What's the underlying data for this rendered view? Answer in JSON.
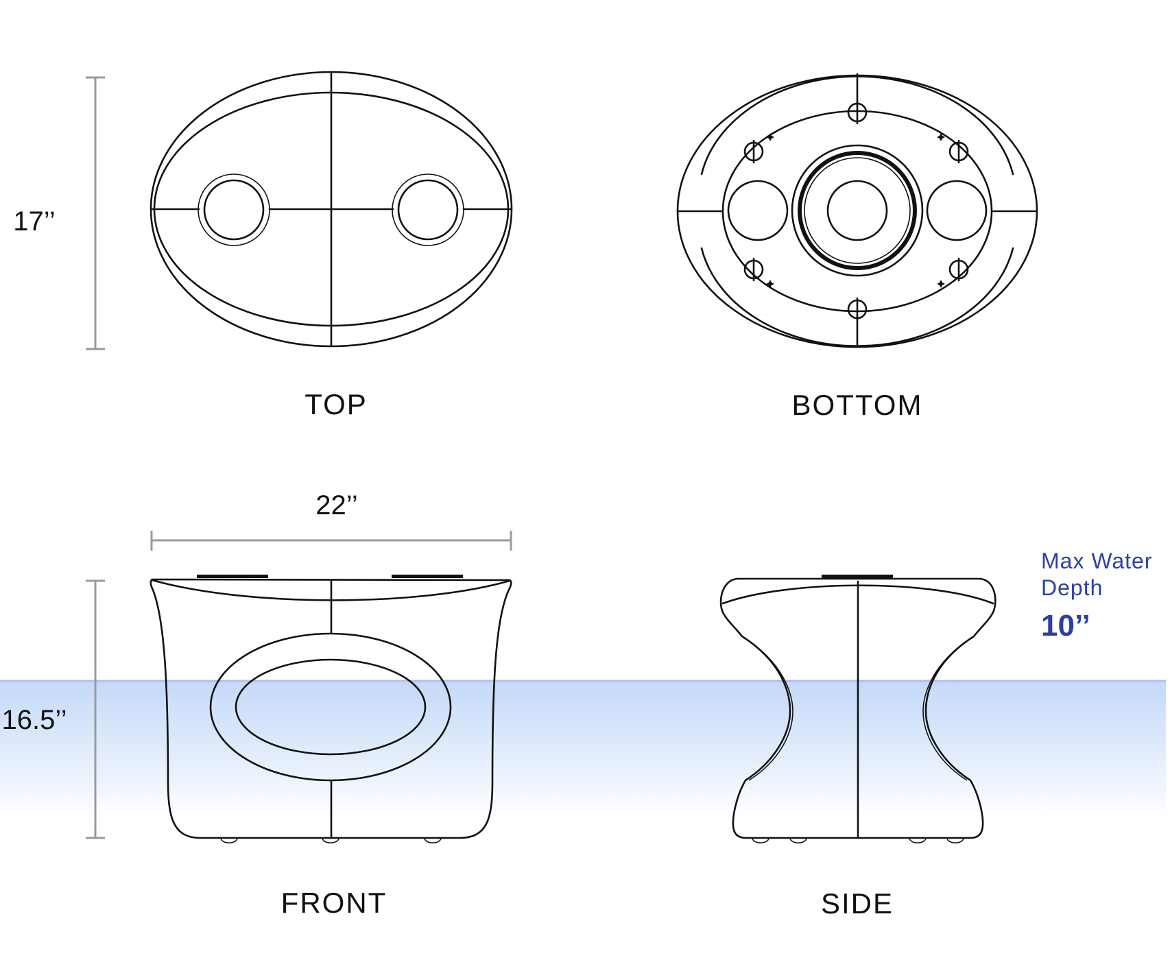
{
  "views": {
    "top": "TOP",
    "bottom": "BOTTOM",
    "front": "FRONT",
    "side": "SIDE"
  },
  "dimensions": {
    "depth": "17’’",
    "width": "22’’",
    "height": "16.5’’"
  },
  "water": {
    "label_line1": "Max Water",
    "label_line2": "Depth",
    "value": "10’’",
    "text_color": "#2b3fa8",
    "fill_color": "#c9dcf8"
  }
}
